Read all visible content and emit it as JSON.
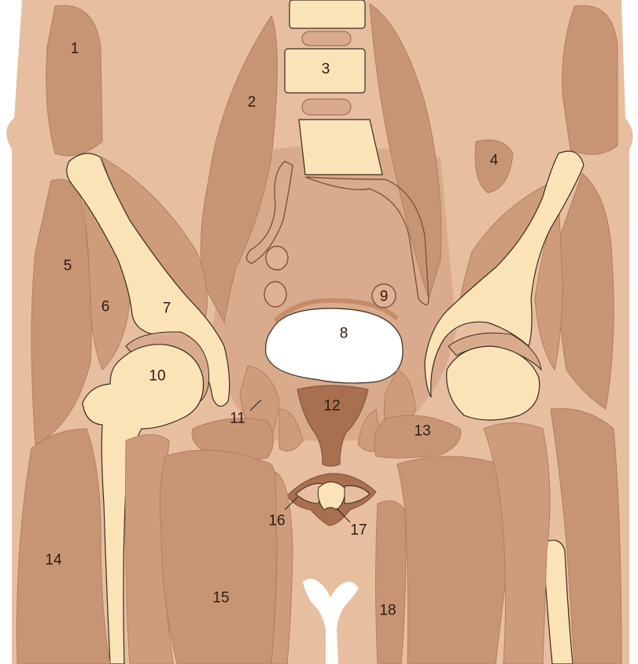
{
  "diagram": {
    "labels": [
      {
        "id": "1",
        "text": "1"
      },
      {
        "id": "2",
        "text": "2"
      },
      {
        "id": "3",
        "text": "3"
      },
      {
        "id": "4",
        "text": "4"
      },
      {
        "id": "5",
        "text": "5"
      },
      {
        "id": "6",
        "text": "6"
      },
      {
        "id": "7",
        "text": "7"
      },
      {
        "id": "8",
        "text": "8"
      },
      {
        "id": "9",
        "text": "9"
      },
      {
        "id": "10",
        "text": "10"
      },
      {
        "id": "11",
        "text": "11"
      },
      {
        "id": "12",
        "text": "12"
      },
      {
        "id": "13",
        "text": "13"
      },
      {
        "id": "14",
        "text": "14"
      },
      {
        "id": "15",
        "text": "15"
      },
      {
        "id": "16",
        "text": "16"
      },
      {
        "id": "17",
        "text": "17"
      },
      {
        "id": "18",
        "text": "18"
      }
    ],
    "colors": {
      "background_tissue": "#e7bea0",
      "muscle": "#c89574",
      "bone": "#fbe3b8",
      "bladder": "#ffffff",
      "dark_organ": "#a8704f",
      "outline": "#3a2b20"
    }
  }
}
